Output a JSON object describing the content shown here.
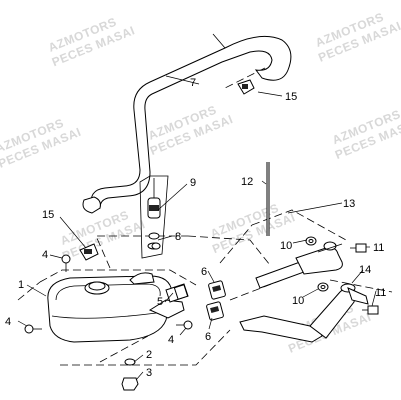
{
  "watermark": {
    "line1": "AZMOTORS",
    "line2": "PECES MASAI"
  },
  "callouts": {
    "c1": "1",
    "c2": "2",
    "c3": "3",
    "c4a": "4",
    "c4b": "4",
    "c4c": "4",
    "c5": "5",
    "c6a": "6",
    "c6b": "6",
    "c7": "7",
    "c8": "8",
    "c9": "9",
    "c10a": "10",
    "c10b": "10",
    "c11a": "11",
    "c11b": "11",
    "c12": "12",
    "c13": "13",
    "c14": "14",
    "c15a": "15",
    "c15b": "15"
  }
}
